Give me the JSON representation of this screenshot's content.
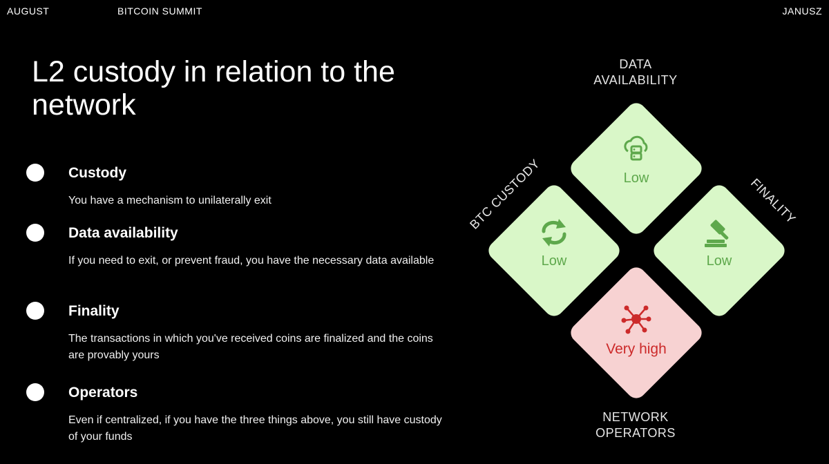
{
  "header": {
    "left": "AUGUST",
    "middle": "BITCOIN SUMMIT",
    "right": "JANUSZ"
  },
  "title": "L2 custody in relation to the network",
  "bullets": [
    {
      "title": "Custody",
      "description": "You have a mechanism to unilaterally exit"
    },
    {
      "title": "Data availability",
      "description": "If you need to exit, or prevent fraud, you have the necessary data available"
    },
    {
      "title": "Finality",
      "description": "The transactions in which you've received coins are finalized and the coins are provably yours"
    },
    {
      "title": "Operators",
      "description": "Even if centralized, if you have the three things above, you still have custody of your funds"
    }
  ],
  "diagram": {
    "top": {
      "axis_line1": "DATA",
      "axis_line2": "AVAILABILITY",
      "value": "Low",
      "icon": "cloud-server-icon"
    },
    "left": {
      "axis": "BTC CUSTODY",
      "value": "Low",
      "icon": "refresh-arrows-icon"
    },
    "right": {
      "axis": "FINALITY",
      "value": "Low",
      "icon": "gavel-icon"
    },
    "bottom": {
      "axis_line1": "NETWORK",
      "axis_line2": "OPERATORS",
      "value": "Very high",
      "icon": "network-nodes-icon"
    },
    "colors": {
      "green_tile": "#d9f7c8",
      "green_text": "#5ea84c",
      "red_tile": "#f7d2d2",
      "red_text": "#cc2a2a"
    }
  }
}
